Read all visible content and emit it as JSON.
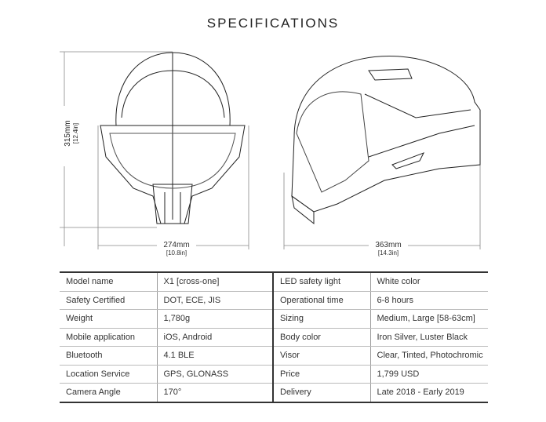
{
  "title": "SPECIFICATIONS",
  "dimensions": {
    "height": {
      "mm": "315mm",
      "in": "[12.4in]"
    },
    "width": {
      "mm": "274mm",
      "in": "[10.8in]"
    },
    "length": {
      "mm": "363mm",
      "in": "[14.3in]"
    }
  },
  "specs": [
    {
      "label": "Model name",
      "value": "X1 [cross-one]",
      "label2": "LED safety light",
      "value2": "White color"
    },
    {
      "label": "Safety Certified",
      "value": "DOT, ECE, JIS",
      "label2": "Operational time",
      "value2": "6-8 hours"
    },
    {
      "label": "Weight",
      "value": "1,780g",
      "label2": "Sizing",
      "value2": "Medium, Large [58-63cm]"
    },
    {
      "label": "Mobile application",
      "value": "iOS, Android",
      "label2": "Body color",
      "value2": "Iron Silver, Luster Black"
    },
    {
      "label": "Bluetooth",
      "value": "4.1  BLE",
      "label2": "Visor",
      "value2": "Clear, Tinted, Photochromic"
    },
    {
      "label": "Location Service",
      "value": "GPS, GLONASS",
      "label2": "Price",
      "value2": "1,799 USD"
    },
    {
      "label": "Camera Angle",
      "value": "170°",
      "label2": "Delivery",
      "value2": "Late 2018 - Early 2019"
    }
  ]
}
